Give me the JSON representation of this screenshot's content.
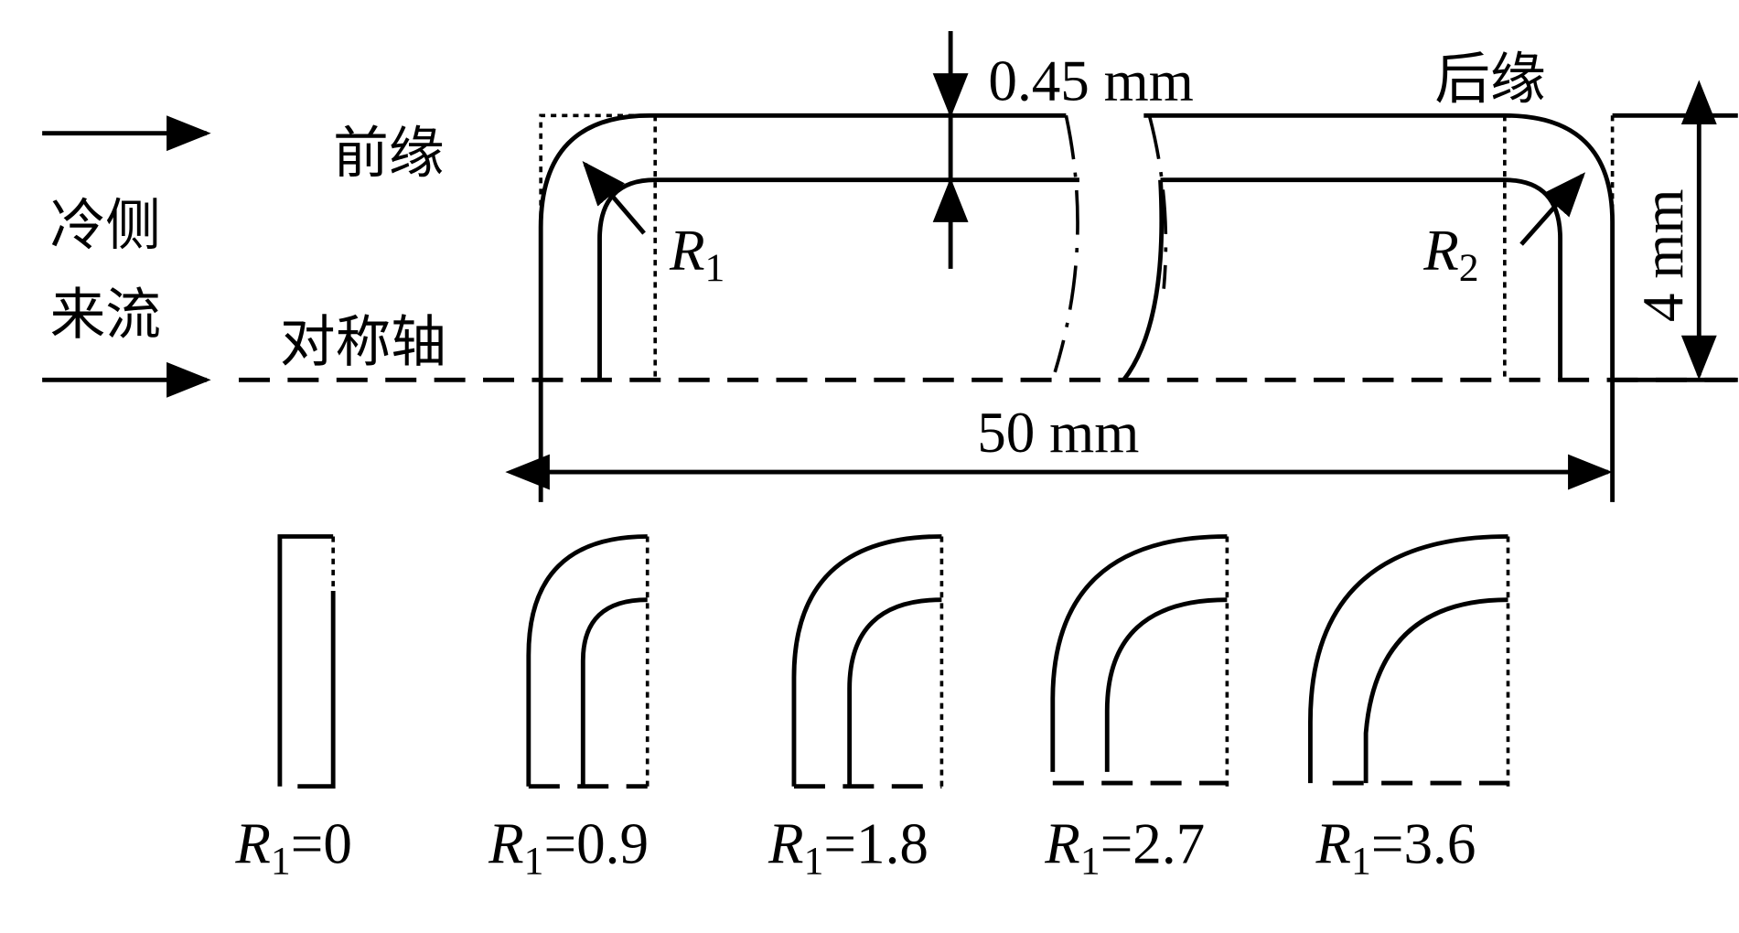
{
  "labels": {
    "cold_flow_line1": "冷侧",
    "cold_flow_line2": "来流",
    "leading_edge": "前缘",
    "trailing_edge": "后缘",
    "symmetry_axis": "对称轴",
    "thickness": "0.45 mm",
    "height": "4 mm",
    "length": "50 mm",
    "r1": "R",
    "r1_sub": "1",
    "r2": "R",
    "r2_sub": "2"
  },
  "variants": [
    {
      "sym": "R",
      "sub": "1",
      "value": "=0"
    },
    {
      "sym": "R",
      "sub": "1",
      "value": "=0.9"
    },
    {
      "sym": "R",
      "sub": "1",
      "value": "=1.8"
    },
    {
      "sym": "R",
      "sub": "1",
      "value": "=2.7"
    },
    {
      "sym": "R",
      "sub": "1",
      "value": "=3.6"
    }
  ]
}
